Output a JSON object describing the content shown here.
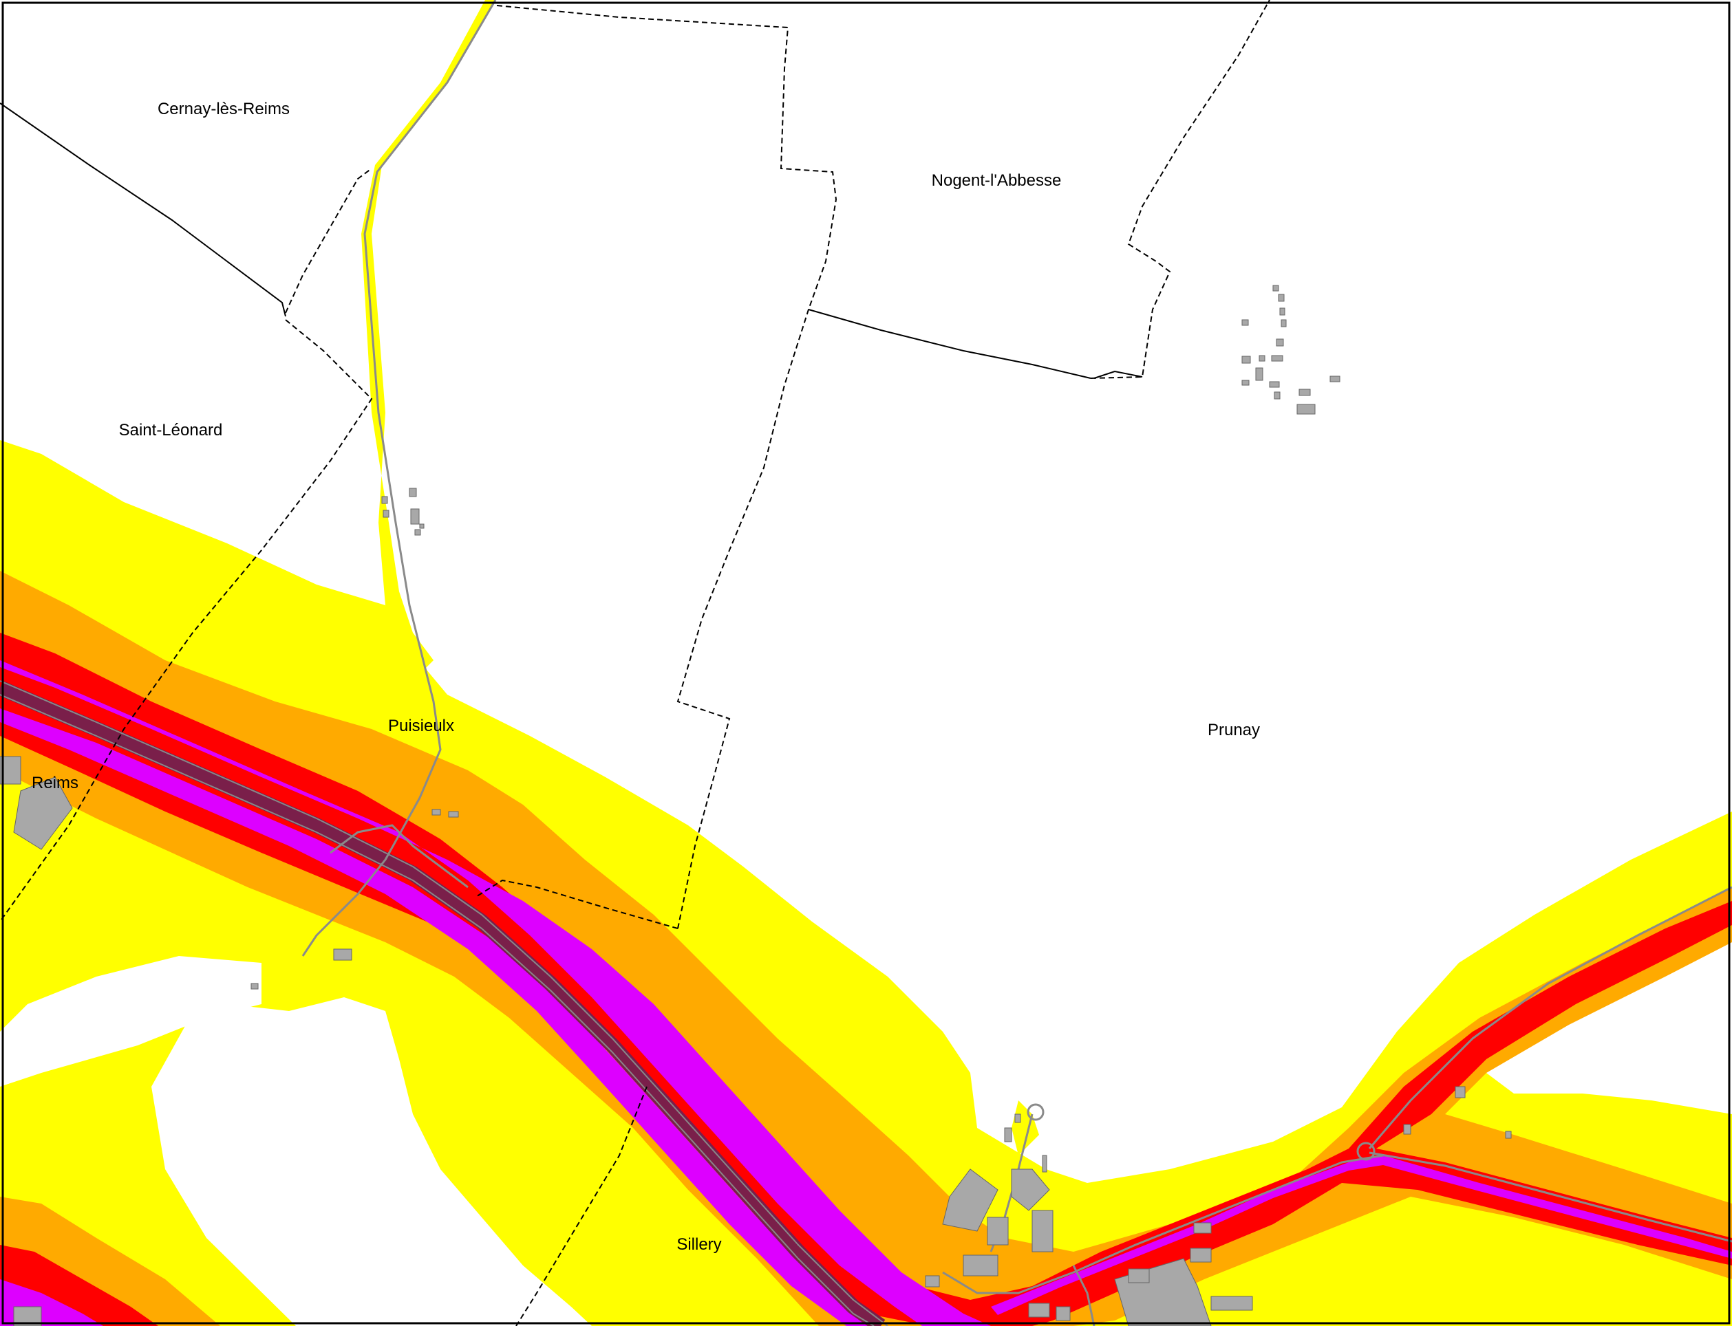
{
  "map": {
    "communes": {
      "cernay": "Cernay-lès-Reims",
      "nogent": "Nogent-l'Abbesse",
      "saint_leonard": "Saint-Léonard",
      "puisieulx": "Puisieulx",
      "reims": "Reims",
      "prunay": "Prunay",
      "sillery": "Sillery"
    },
    "colors": {
      "zone_outer": "#ffff00",
      "zone_mid": "#ffaa00",
      "zone_inner": "#ff0000",
      "zone_core": "#dd00ff",
      "road_core": "#7a1f4a",
      "building": "#a8a8a8",
      "boundary": "#000000",
      "background": "#ffffff"
    }
  }
}
